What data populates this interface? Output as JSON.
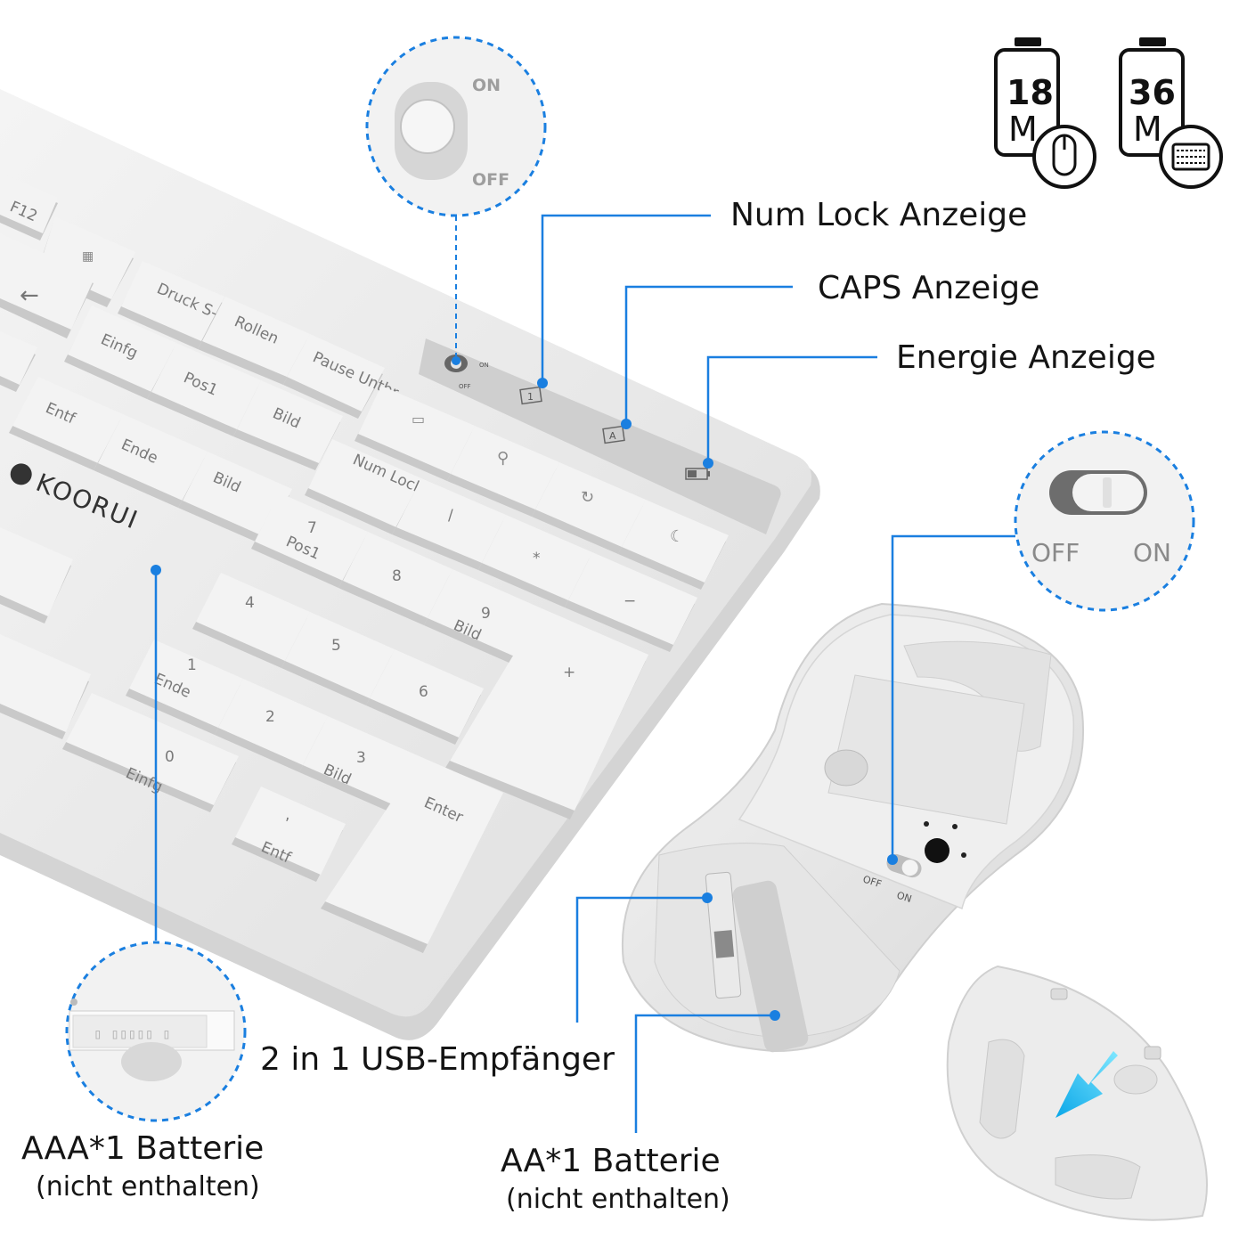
{
  "battery_badges": [
    {
      "number": "18",
      "unit": "M",
      "device": "mouse-icon"
    },
    {
      "number": "36",
      "unit": "M",
      "device": "keyboard-icon"
    }
  ],
  "callouts": {
    "num_lock": "Num Lock Anzeige",
    "caps": "CAPS Anzeige",
    "energy": "Energie Anzeige",
    "usb": "2 in 1 USB-Empfänger",
    "aaa_battery": "AAA*1 Batterie",
    "aaa_note": "(nicht enthalten)",
    "aa_battery": "AA*1 Batterie",
    "aa_note": "(nicht enthalten)"
  },
  "switch_zoom_keyboard": {
    "on": "ON",
    "off": "OFF"
  },
  "switch_zoom_mouse": {
    "off": "OFF",
    "on": "ON"
  },
  "mouse_switch": {
    "off": "OFF",
    "on": "ON"
  },
  "keyboard": {
    "brand": "KOORUI",
    "keys": {
      "f12": "F12",
      "druck": "Druck S-Abf",
      "rollen": "Rollen",
      "pause": "Pause Untbr",
      "einfg": "Einfg",
      "pos1": "Pos1",
      "bild_up": "Bild",
      "entf": "Entf",
      "ende": "Ende",
      "bild_down": "Bild",
      "num_lock": "Num Lock",
      "slash": "/",
      "star": "*",
      "minus": "−",
      "plus": "+",
      "enter": "Enter",
      "n7": "7",
      "n7_sub": "Pos1",
      "n8": "8",
      "n9": "9",
      "n9_sub": "Bild",
      "n4": "4",
      "n5": "5",
      "n6": "6",
      "n1": "1",
      "n1_sub": "Ende",
      "n2": "2",
      "n3": "3",
      "n3_sub": "Bild",
      "n0": "0",
      "n0_sub": "Einfg",
      "comma": ",",
      "comma_sub": "Entf"
    },
    "panel_switch": {
      "on": "ON",
      "off": "OFF"
    }
  },
  "colors": {
    "accent": "#1a7fe0",
    "key_face": "#f1f1f1",
    "key_side": "#c9c9c9",
    "body": "#e9e9e9",
    "panel": "#cfcfcf"
  }
}
